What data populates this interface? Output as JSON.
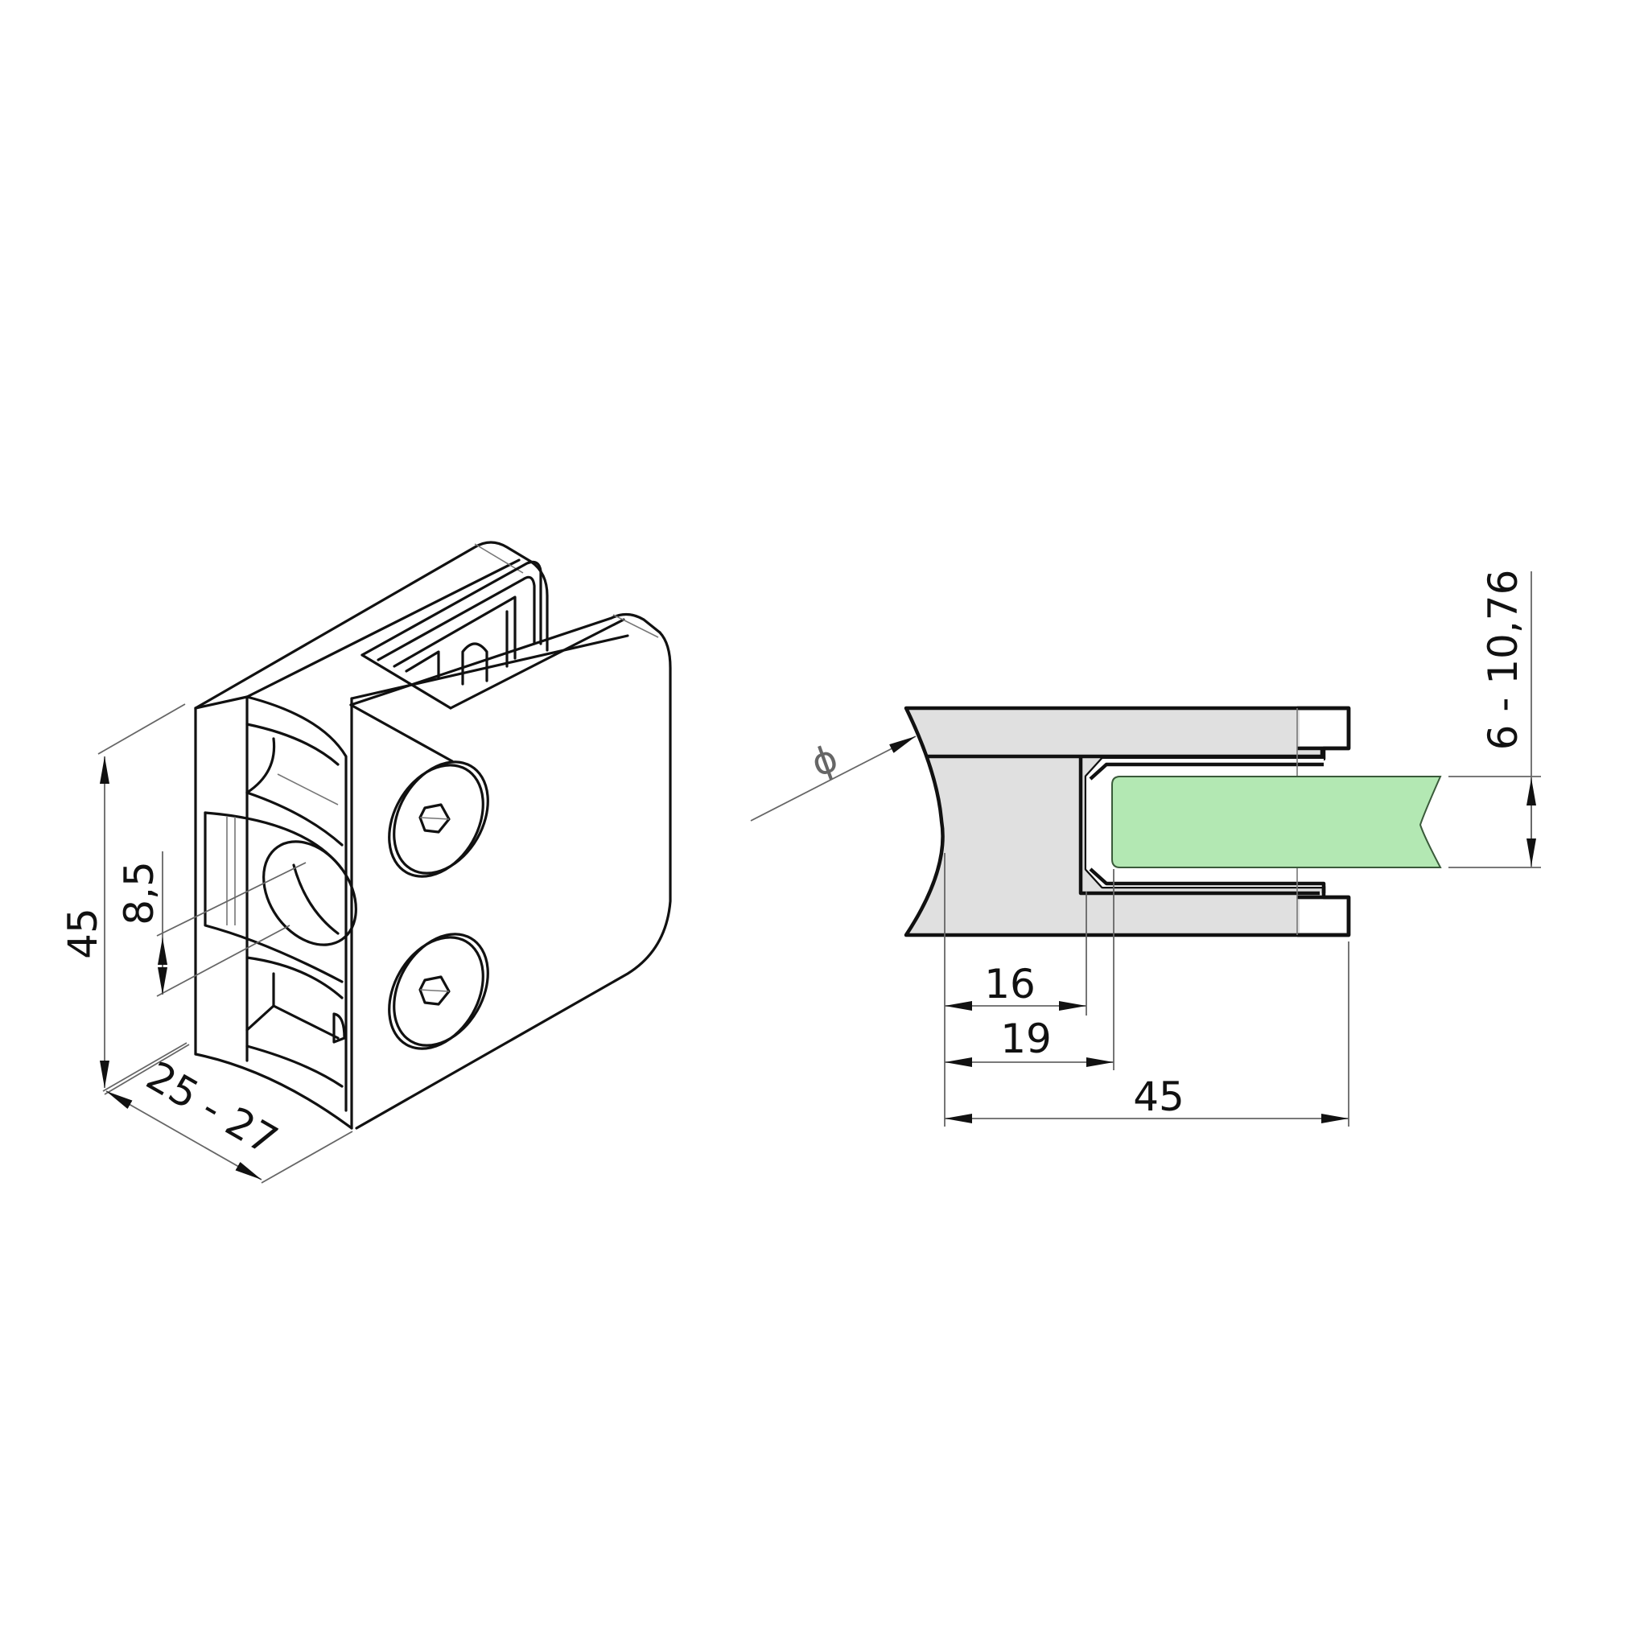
{
  "drawing": {
    "subject": "Glass clamp technical drawing",
    "views": [
      "isometric-view",
      "section-view"
    ]
  },
  "colors": {
    "background": "#ffffff",
    "line": "#111111",
    "section_fill": "#e0e0e0",
    "glass_fill": "#b3e8b3",
    "dimension_line": "#666666"
  },
  "isometric": {
    "dimensions": {
      "height": "45",
      "hole_offset": "8,5",
      "depth": "25 - 27"
    },
    "screws": [
      {
        "name": "upper-screw",
        "icon": "hex-socket-screw"
      },
      {
        "name": "lower-screw",
        "icon": "hex-socket-screw"
      }
    ]
  },
  "section": {
    "dimensions": {
      "diameter_symbol": "ϕ",
      "inner_depth_1": "16",
      "inner_depth_2": "19",
      "overall_width": "45",
      "glass_thickness": "6 - 10,76"
    }
  }
}
